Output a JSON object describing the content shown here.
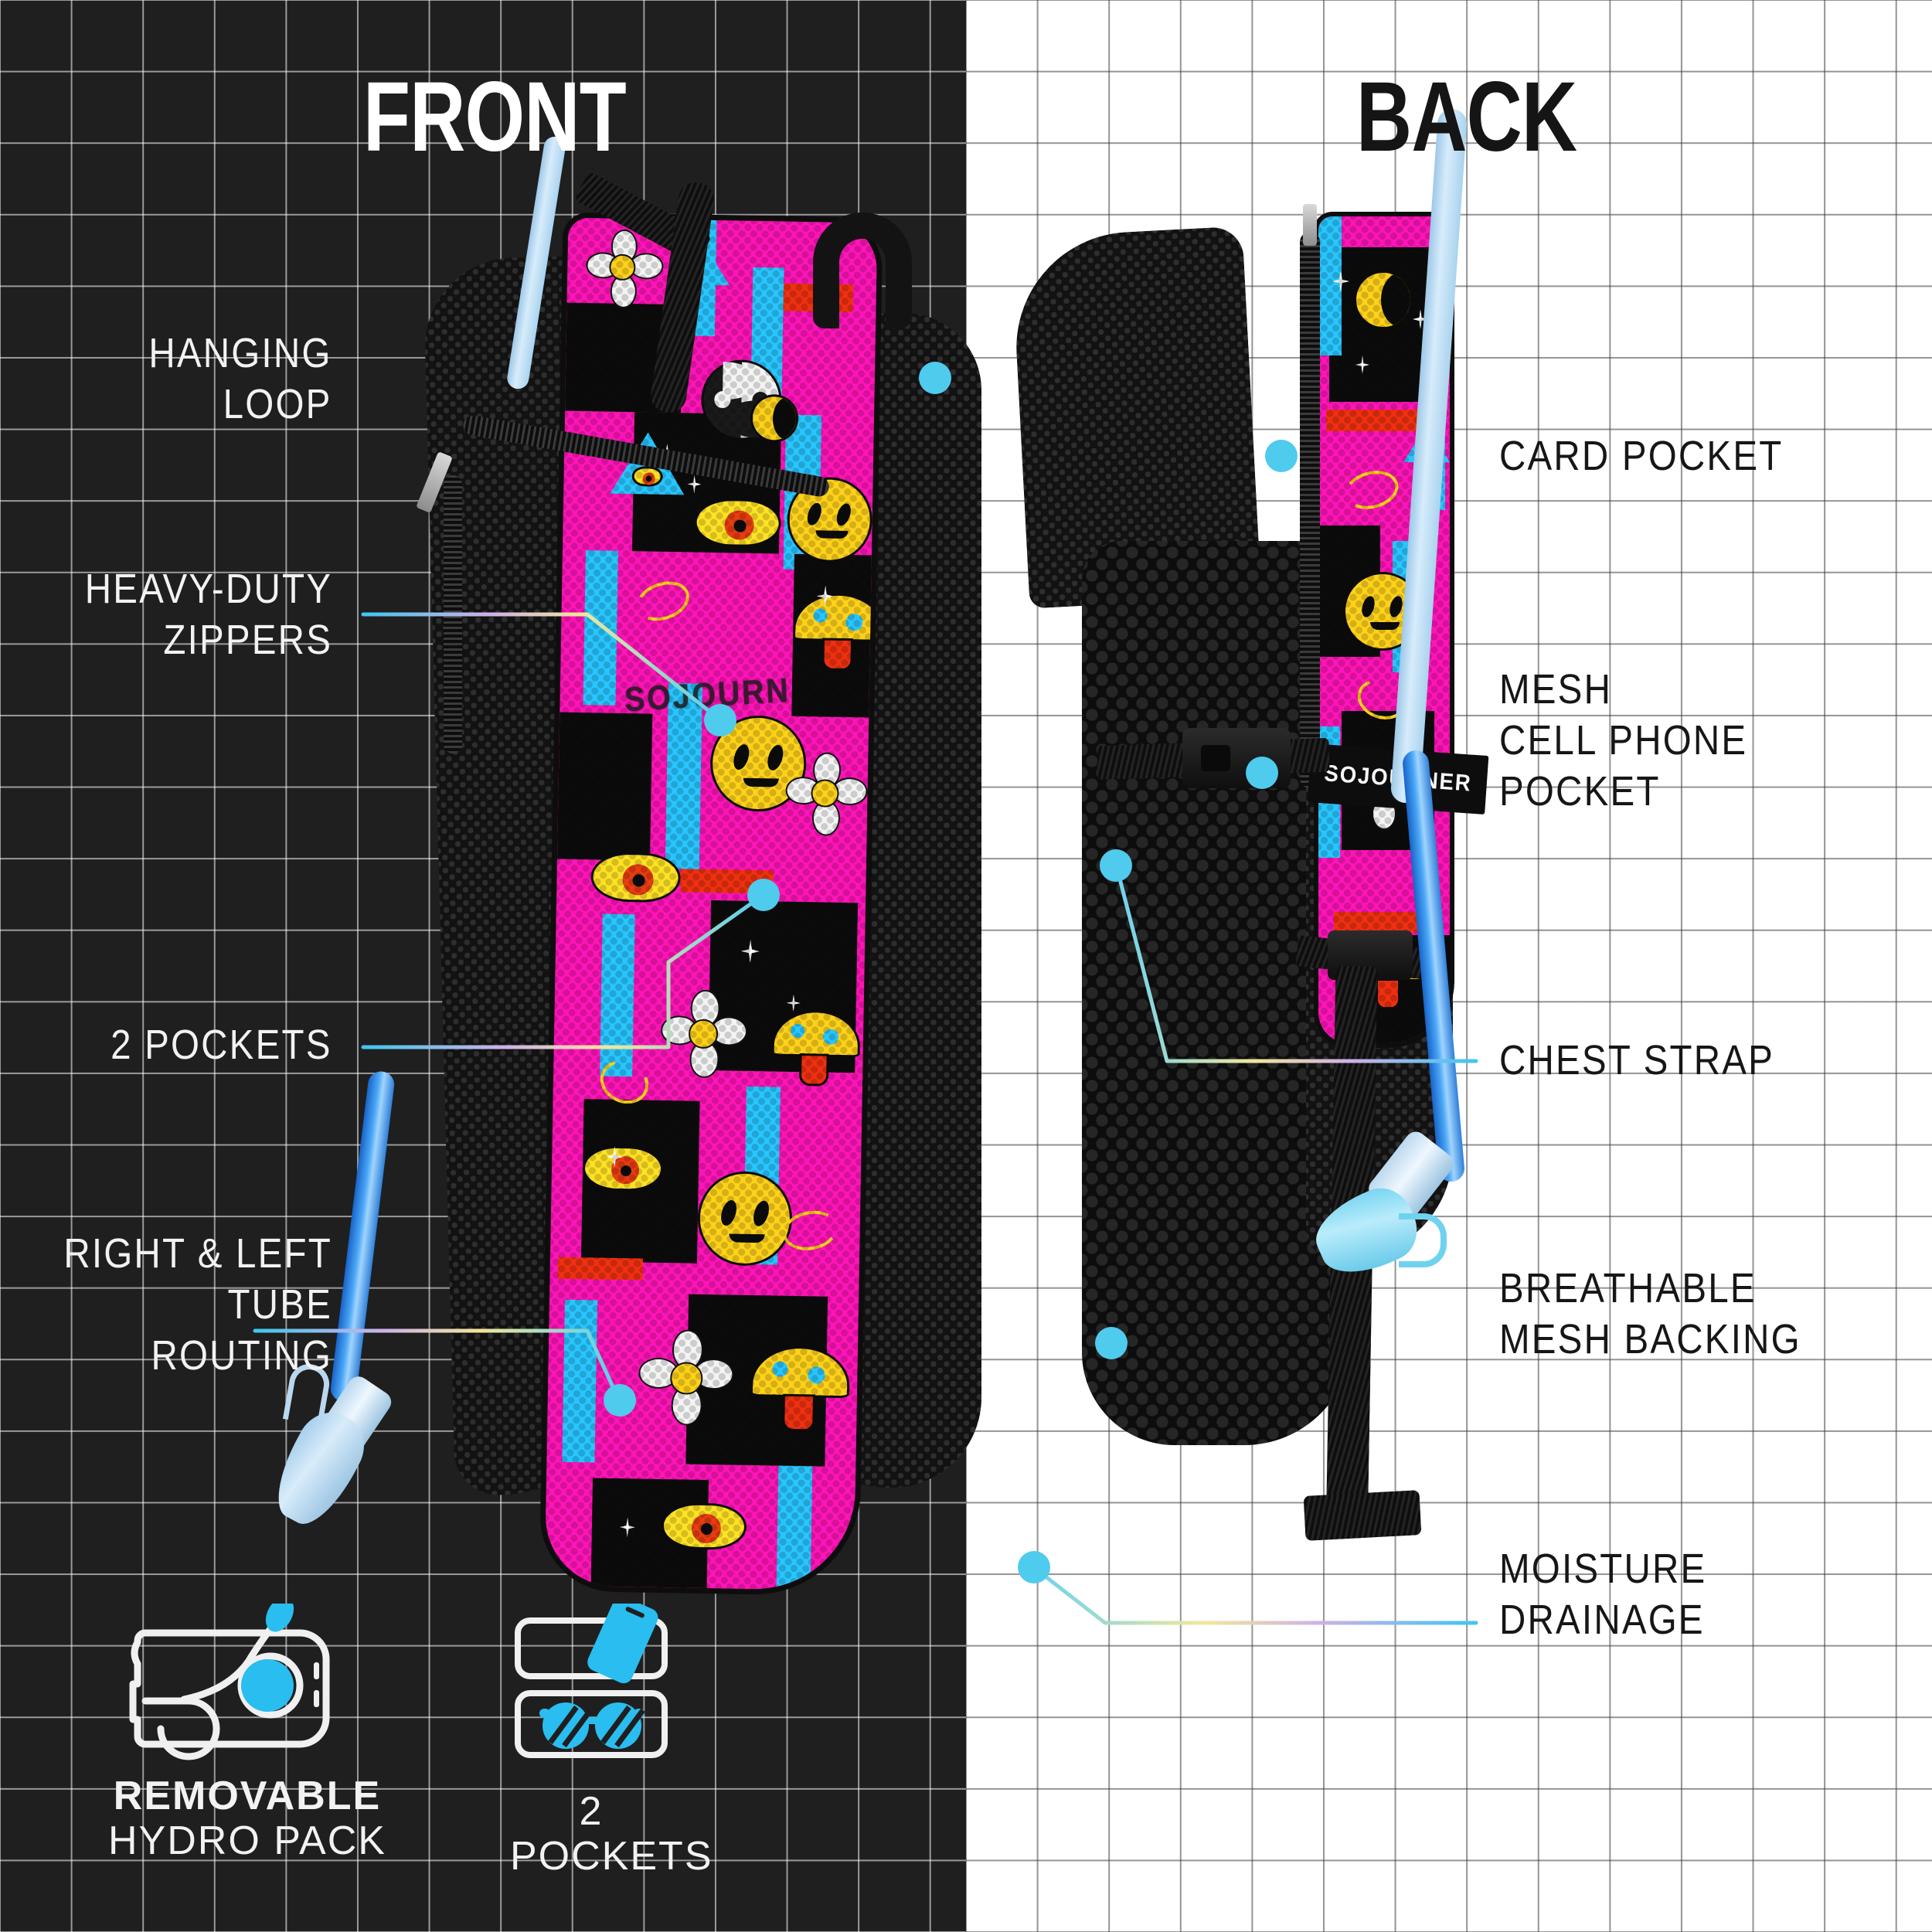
{
  "views": {
    "front": {
      "title": "FRONT"
    },
    "back": {
      "title": "BACK"
    }
  },
  "brand": {
    "tag_text": "SOJOURNER",
    "print_text": "SOJOURN"
  },
  "left_callouts": [
    {
      "id": "hanging-loop",
      "text": "HANGING\nLOOP"
    },
    {
      "id": "heavy-duty-zippers",
      "text": "HEAVY-DUTY\nZIPPERS"
    },
    {
      "id": "2-pockets",
      "text": "2 POCKETS"
    },
    {
      "id": "tube-routing",
      "text": "RIGHT & LEFT\nTUBE ROUTING"
    }
  ],
  "right_callouts": [
    {
      "id": "card-pocket",
      "text": "CARD POCKET"
    },
    {
      "id": "mesh-cell-phone-pocket",
      "text": "MESH\nCELL PHONE\nPOCKET"
    },
    {
      "id": "chest-strap",
      "text": "CHEST STRAP"
    },
    {
      "id": "breathable-mesh-backing",
      "text": "BREATHABLE\nMESH BACKING"
    },
    {
      "id": "moisture-drainage",
      "text": "MOISTURE\nDRAINAGE"
    }
  ],
  "features": [
    {
      "id": "removable-hydro-pack",
      "icon": "hydro-pack-icon",
      "line1": "REMOVABLE",
      "line2": "HYDRO PACK"
    },
    {
      "id": "two-pockets",
      "icon": "pocket-phone-sunglasses-icon",
      "line1": "2 POCKETS",
      "line2": ""
    }
  ],
  "colors": {
    "dark_bg": "#1f1f1f",
    "light_bg": "#ffffff",
    "grid_dark_line": "rgba(255,255,255,0.55)",
    "grid_light_line": "rgba(60,60,60,0.55)",
    "accent_cyan": "#3fc7ee",
    "accent_magenta": "#ff2bc4",
    "accent_yellow": "#ffd21a",
    "leader_gradient": [
      "#3fc7ee",
      "#c9a9e6",
      "#f0e08a",
      "#5ed2f0"
    ]
  }
}
